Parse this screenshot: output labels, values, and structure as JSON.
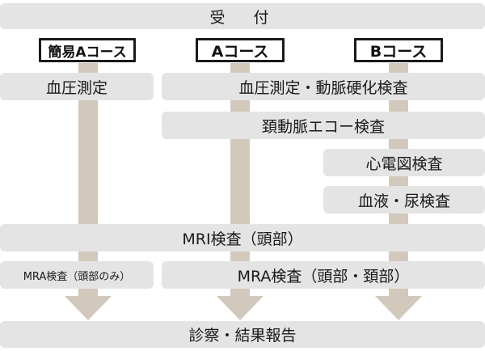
{
  "header": {
    "reception": "受　付"
  },
  "courses": {
    "simple_a": "簡易Aコース",
    "a": "Aコース",
    "b": "Bコース"
  },
  "steps": {
    "blood_pressure": "血圧測定",
    "bp_arterial": "血圧測定・動脈硬化検査",
    "carotid_echo": "頚動脈エコー検査",
    "ecg": "心電図検査",
    "blood_urine": "血液・尿検査",
    "mri": "MRI検査（頭部）",
    "mra_head_only": "MRA検査（頭部のみ）",
    "mra_head_neck": "MRA検査（頭部・頚部）",
    "results": "診察・結果報告"
  },
  "colors": {
    "bar_fill": "#e4e4e4",
    "arrow_fill": "#d3c8bc",
    "text": "#1a1a1a"
  }
}
